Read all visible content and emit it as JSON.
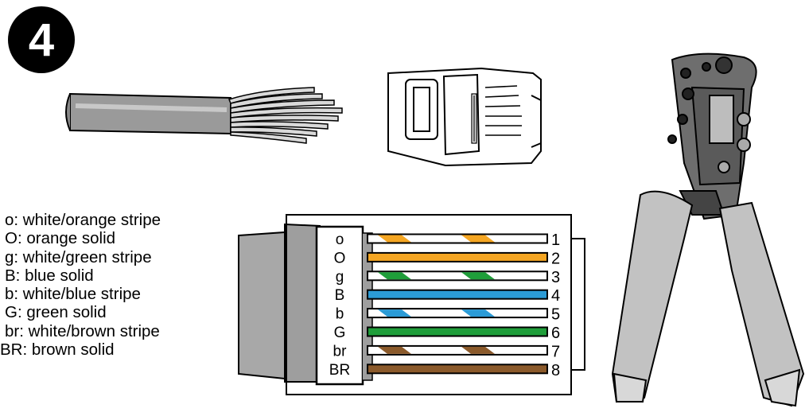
{
  "step": {
    "number": "4"
  },
  "legend": [
    {
      "code": "o",
      "text": "o: white/orange stripe"
    },
    {
      "code": "O",
      "text": "O: orange solid"
    },
    {
      "code": "g",
      "text": "g: white/green stripe"
    },
    {
      "code": "B",
      "text": "B: blue solid"
    },
    {
      "code": "b",
      "text": "b: white/blue stripe"
    },
    {
      "code": "G",
      "text": "G: green solid"
    },
    {
      "code": "br",
      "text": "br: white/brown stripe"
    },
    {
      "code": "BR",
      "text": "BR: brown solid"
    }
  ],
  "wires": [
    {
      "code": "o",
      "pin": "1",
      "color": "#f5a623",
      "striped": true
    },
    {
      "code": "O",
      "pin": "2",
      "color": "#f5a623",
      "striped": false
    },
    {
      "code": "g",
      "pin": "3",
      "color": "#1f9e3a",
      "striped": true
    },
    {
      "code": "B",
      "pin": "4",
      "color": "#2b9bd6",
      "striped": false
    },
    {
      "code": "b",
      "pin": "5",
      "color": "#2b9bd6",
      "striped": true
    },
    {
      "code": "G",
      "pin": "6",
      "color": "#1f9e3a",
      "striped": false
    },
    {
      "code": "br",
      "pin": "7",
      "color": "#8b5a2b",
      "striped": true
    },
    {
      "code": "BR",
      "pin": "8",
      "color": "#8b5a2b",
      "striped": false
    }
  ]
}
